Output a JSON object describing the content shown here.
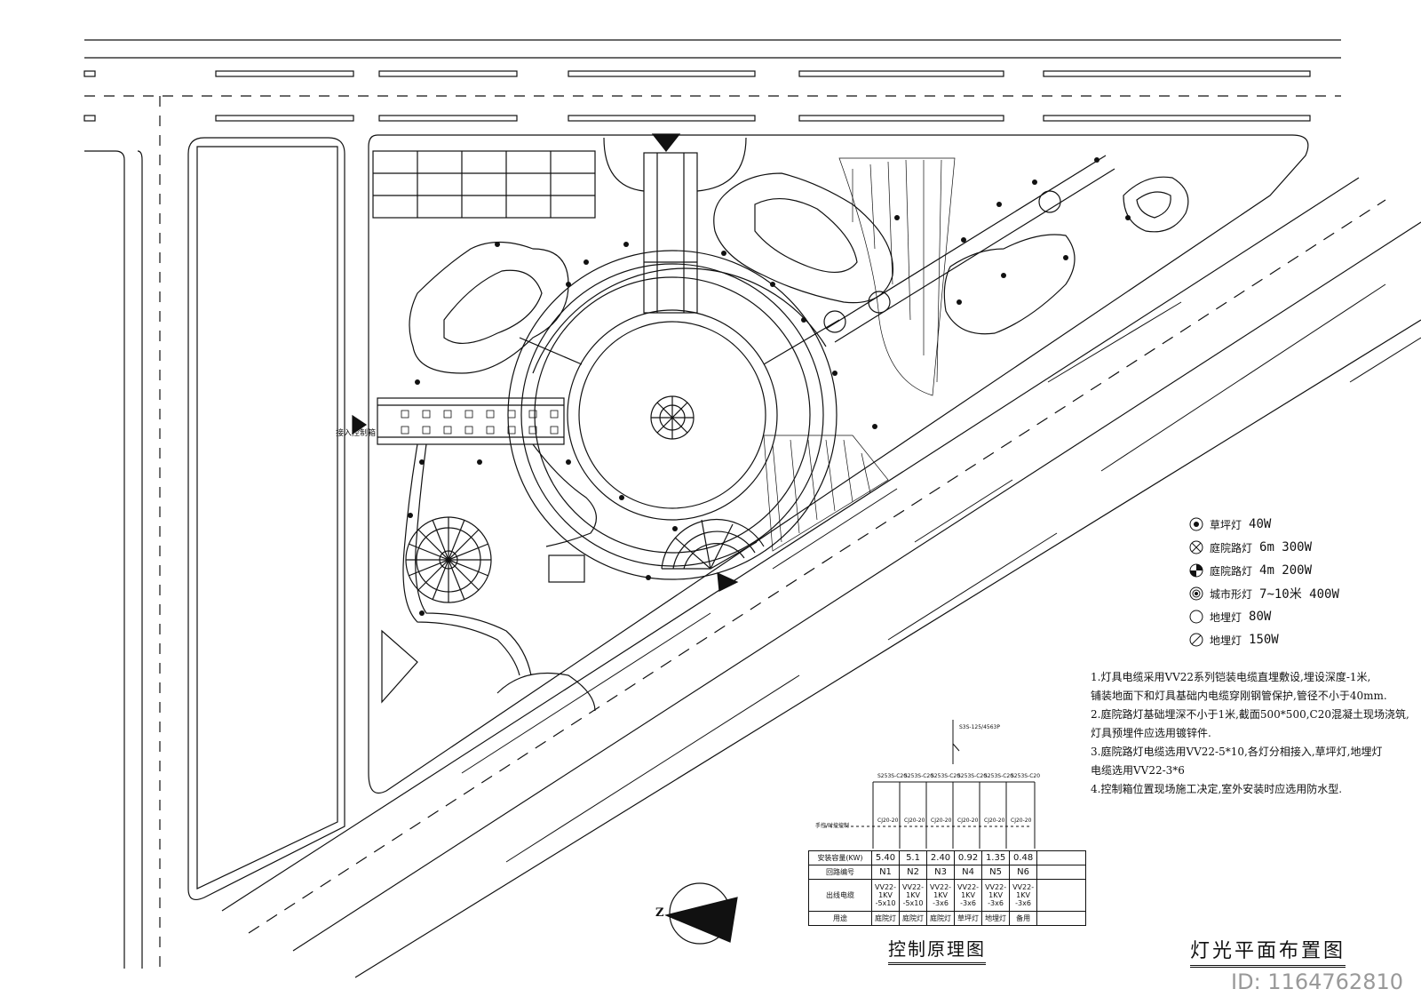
{
  "entry_label": "接入控制箱",
  "legend": [
    {
      "icon": "lawn-light-icon",
      "label": "草坪灯",
      "power": "40W"
    },
    {
      "icon": "garden-light-6m-icon",
      "label": "庭院路灯",
      "power": "6m 300W"
    },
    {
      "icon": "garden-light-4m-icon",
      "label": "庭院路灯",
      "power": "4m 200W"
    },
    {
      "icon": "city-image-light-icon",
      "label": "城市形灯",
      "power": "7~10米 400W"
    },
    {
      "icon": "buried-light-80-icon",
      "label": "地埋灯",
      "power": "80W"
    },
    {
      "icon": "buried-light-150-icon",
      "label": "地埋灯",
      "power": "150W"
    }
  ],
  "notes": [
    "1.灯具电缆采用VV22系列铠装电缆直埋敷设,埋设深度-1米,",
    "铺装地面下和灯具基础内电缆穿刚钢管保护,管径不小于40mm.",
    "2.庭院路灯基础埋深不小于1米,截面500*500,C20混凝土现场浇筑,",
    "灯具预埋件应选用镀锌件.",
    "3.庭院路灯电缆选用VV22-5*10,各灯分相接入,草坪灯,地埋灯",
    "电缆选用VV22-3*6",
    "4.控制箱位置现场施工决定,室外安装时应选用防水型."
  ],
  "control": {
    "main_breaker": "S3S-125/4563P",
    "branch_breakers": [
      "S253S-C20",
      "S253S-C20",
      "S253S-C20",
      "S253S-C20",
      "S253S-C20",
      "S253S-C20"
    ],
    "contactor_label": "手控/时控控制",
    "contactors": [
      "CJ20-20",
      "CJ20-20",
      "CJ20-20",
      "CJ20-20",
      "CJ20-20",
      "CJ20-20"
    ],
    "row_headers": [
      "安装容量(KW)",
      "回路编号",
      "出线电缆",
      "用途"
    ],
    "capacity": [
      "5.40",
      "5.1",
      "2.40",
      "0.92",
      "1.35",
      "0.48"
    ],
    "circuits": [
      "N1",
      "N2",
      "N3",
      "N4",
      "N5",
      "N6"
    ],
    "cables": [
      "VV22-1KV -5x10",
      "VV22-1KV -5x10",
      "VV22-1KV -3x6",
      "VV22-1KV -3x6",
      "VV22-1KV -3x6",
      "VV22-1KV -3x6"
    ],
    "uses": [
      "庭院灯",
      "庭院灯",
      "庭院灯",
      "草坪灯",
      "地埋灯",
      "备用"
    ]
  },
  "titles": {
    "control_diagram": "控制原理图",
    "lighting_plan": "灯光平面布置图"
  },
  "north_label": "Z",
  "watermark_id": "ID: 1164762810"
}
